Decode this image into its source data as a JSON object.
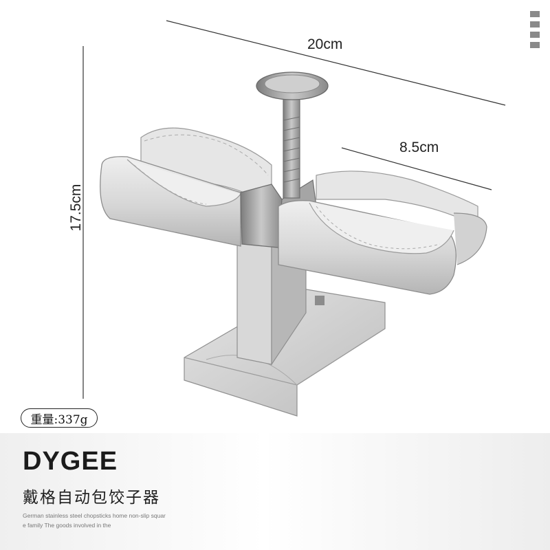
{
  "dimensions": {
    "width": "20cm",
    "depth": "8.5cm",
    "height": "17.5cm"
  },
  "weight_label": "重量:337g",
  "brand": "DYGEE",
  "product_name": "戴格自动包饺子器",
  "tagline": "German stainless steel chopsticks home non-slip square family The goods involved in the",
  "product_image": {
    "subject": "automatic double-sided dumpling maker",
    "colors": {
      "body": "#d9d9d9",
      "metal": "#9c9c9c",
      "outline": "#6f6f6f"
    }
  },
  "icons": [
    "menu-dots-icon"
  ]
}
